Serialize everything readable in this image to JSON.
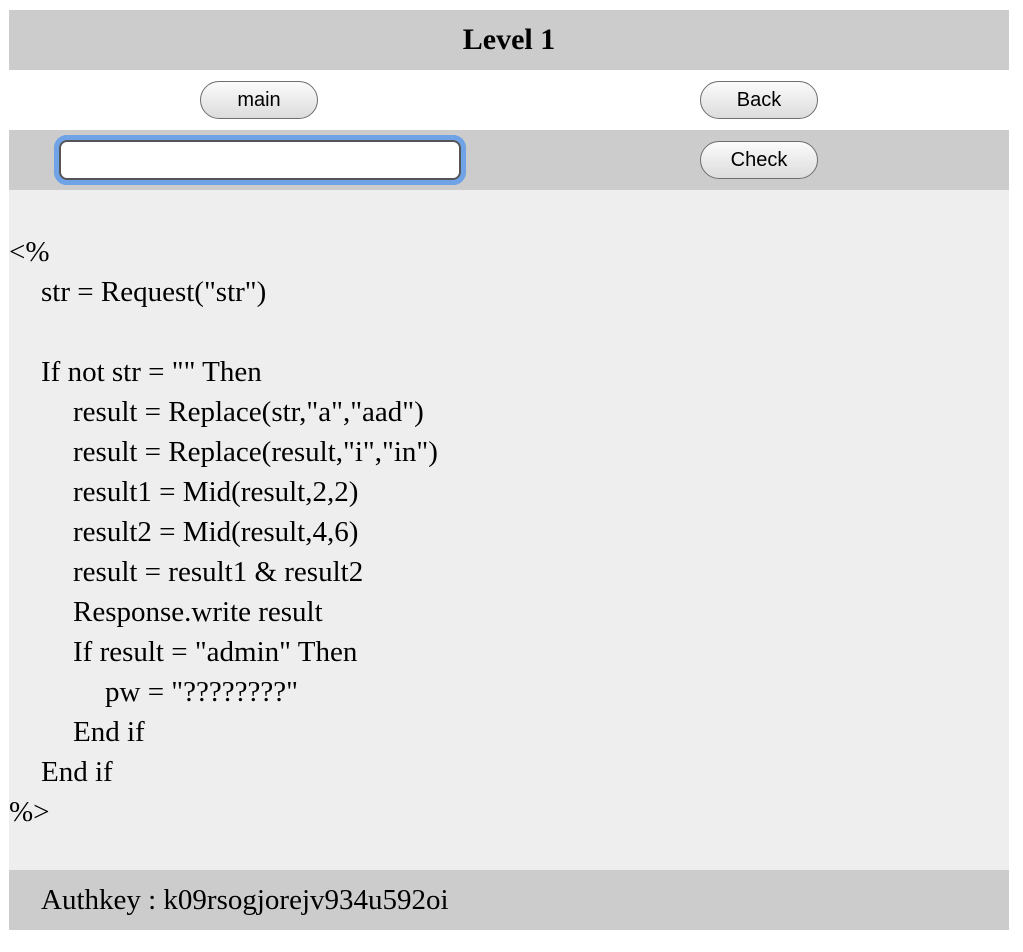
{
  "header": {
    "title": "Level 1"
  },
  "nav": {
    "main_label": "main",
    "back_label": "Back"
  },
  "form": {
    "input_value": "",
    "input_placeholder": "",
    "check_label": "Check"
  },
  "code": {
    "lines": [
      {
        "indent": 0,
        "text": "<%"
      },
      {
        "indent": 1,
        "text": "str = Request(\"str\")"
      },
      {
        "indent": 1,
        "text": ""
      },
      {
        "indent": 1,
        "text": "If not str = \"\" Then"
      },
      {
        "indent": 2,
        "text": "result = Replace(str,\"a\",\"aad\")"
      },
      {
        "indent": 2,
        "text": "result = Replace(result,\"i\",\"in\")"
      },
      {
        "indent": 2,
        "text": "result1 = Mid(result,2,2)"
      },
      {
        "indent": 2,
        "text": "result2 = Mid(result,4,6)"
      },
      {
        "indent": 2,
        "text": "result = result1 & result2"
      },
      {
        "indent": 2,
        "text": "Response.write result"
      },
      {
        "indent": 2,
        "text": "If result = \"admin\" Then"
      },
      {
        "indent": 3,
        "text": "pw = \"????????\""
      },
      {
        "indent": 2,
        "text": "End if"
      },
      {
        "indent": 1,
        "text": "End if"
      },
      {
        "indent": 0,
        "text": "%>"
      }
    ]
  },
  "footer": {
    "authkey_text": "Authkey : k09rsogjorejv934u592oi"
  },
  "colors": {
    "header_bg": "#cccccc",
    "code_bg": "#eeeeee",
    "focus_ring": "#6fa2e6"
  }
}
